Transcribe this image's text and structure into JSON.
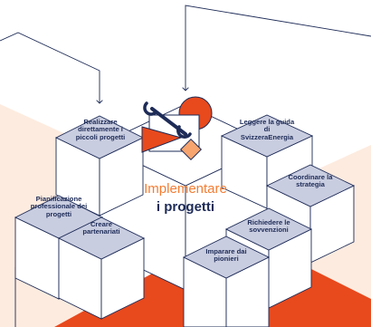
{
  "title": {
    "line1": "Implementare",
    "line2": "i progetti"
  },
  "tiles": [
    {
      "id": "realizzare",
      "text": "Realizzare direttamente i piccoli progetti"
    },
    {
      "id": "leggere",
      "text": "Leggere la guida di SvizzeraEnergia"
    },
    {
      "id": "coordinare",
      "text": "Coordinare la strategia"
    },
    {
      "id": "pianificazione",
      "text": "Pianificazione professionale dei progetti"
    },
    {
      "id": "creare",
      "text": "Creare partenariati"
    },
    {
      "id": "richiedere",
      "text": "Richiedere le sovvenzioni"
    },
    {
      "id": "imparare",
      "text": "Imparare dai pionieri"
    }
  ],
  "colors": {
    "navy": "#1d2b57",
    "orange": "#f47c32",
    "red_orange": "#e8491d",
    "peach": "#fdebdf",
    "tile": "#c9cde0",
    "salmon": "#f7a46f"
  },
  "icons": [
    "wrench-icon",
    "flag-icon",
    "circle-icon",
    "diamond-icon"
  ]
}
